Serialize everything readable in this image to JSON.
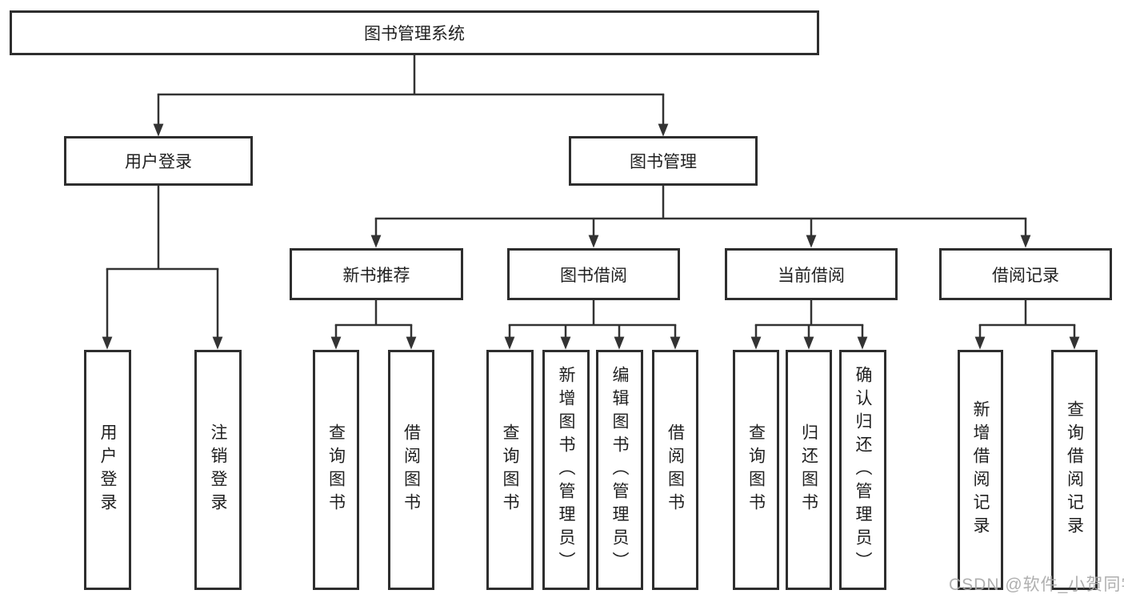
{
  "diagram_type": "hierarchy-tree",
  "root": {
    "label": "图书管理系统",
    "children": [
      {
        "label": "用户登录",
        "children": [
          {
            "label": "用户登录"
          },
          {
            "label": "注销登录"
          }
        ]
      },
      {
        "label": "图书管理",
        "children": [
          {
            "label": "新书推荐",
            "children": [
              {
                "label": "查询图书"
              },
              {
                "label": "借阅图书"
              }
            ]
          },
          {
            "label": "图书借阅",
            "children": [
              {
                "label": "查询图书"
              },
              {
                "label": "新增图书（管理员）"
              },
              {
                "label": "编辑图书（管理员）"
              },
              {
                "label": "借阅图书"
              }
            ]
          },
          {
            "label": "当前借阅",
            "children": [
              {
                "label": "查询图书"
              },
              {
                "label": "归还图书"
              },
              {
                "label": "确认归还（管理员）"
              }
            ]
          },
          {
            "label": "借阅记录",
            "children": [
              {
                "label": "新增借阅记录"
              },
              {
                "label": "查询借阅记录"
              }
            ]
          }
        ]
      }
    ]
  },
  "watermark": {
    "text": "CSDN @软件_小贺同学"
  },
  "colors": {
    "background": "#ffffff",
    "line": "#333333",
    "box_border": "#2e2e2e",
    "text": "#1f1f1f",
    "watermark": "#a8a8a8"
  }
}
